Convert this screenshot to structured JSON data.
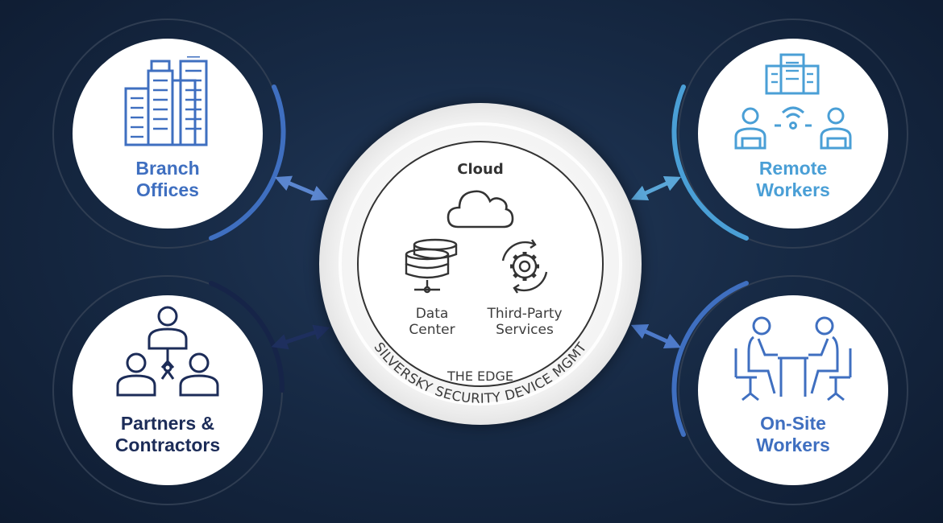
{
  "nodes": {
    "branch": {
      "label_line1": "Branch",
      "label_line2": "Offices",
      "color": "#3f6fc0",
      "icon": "city-buildings-icon"
    },
    "remote": {
      "label_line1": "Remote",
      "label_line2": "Workers",
      "color": "#4a9fd6",
      "icon": "remote-workers-wifi-icon"
    },
    "partners": {
      "label_line1": "Partners &",
      "label_line2": "Contractors",
      "color": "#1c2c58",
      "icon": "org-hierarchy-icon"
    },
    "onsite": {
      "label_line1": "On-Site",
      "label_line2": "Workers",
      "color": "#3f6fc0",
      "icon": "meeting-table-icon"
    }
  },
  "hub": {
    "cloud_label": "Cloud",
    "datacenter_line1": "Data",
    "datacenter_line2": "Center",
    "thirdparty_line1": "Third-Party",
    "thirdparty_line2": "Services",
    "edge_label": "THE EDGE",
    "ring_text": "SILVERSKY SECURITY DEVICE MGMT",
    "icons": [
      "cloud-icon",
      "database-icon",
      "gear-cycle-icon"
    ]
  },
  "colors": {
    "background": "#172a45",
    "arrow_branch": "#5b86cf",
    "arrow_remote": "#5aa6d8",
    "arrow_partners": "#1e2f5e",
    "arrow_onsite": "#4d7ac9",
    "hub_text": "#3d3d3d"
  }
}
